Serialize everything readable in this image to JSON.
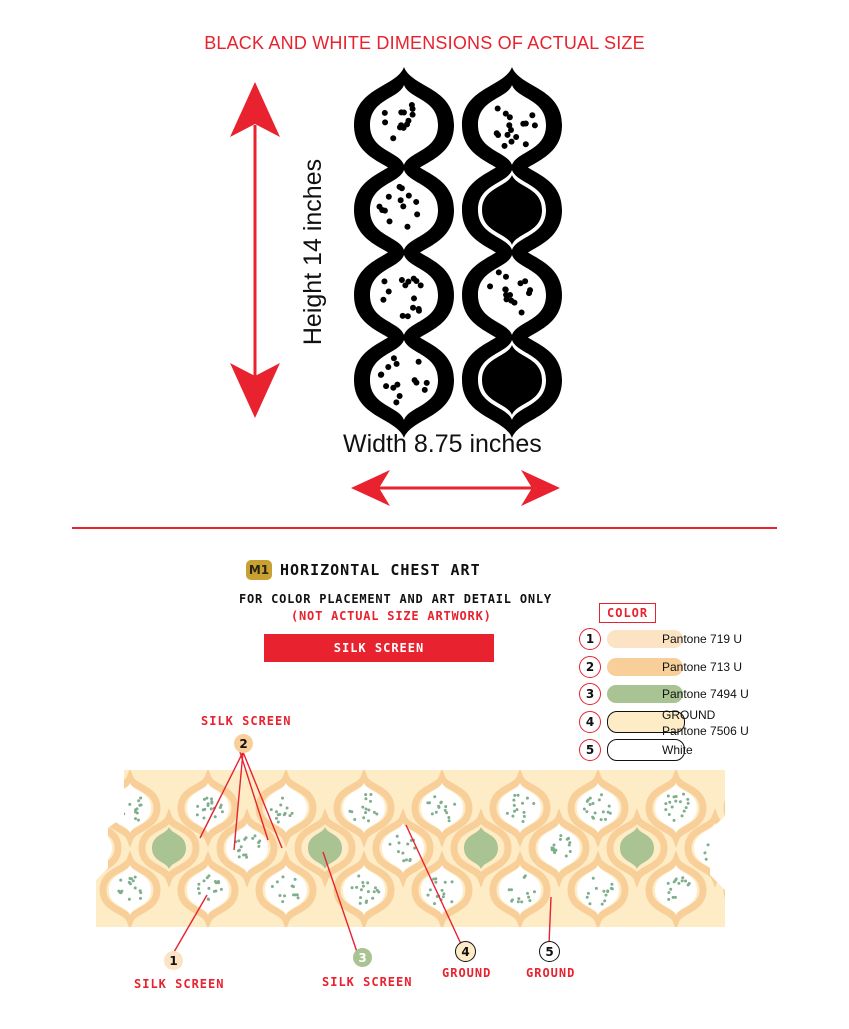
{
  "header": {
    "dimensions_title": "BLACK AND WHITE DIMENSIONS OF ACTUAL SIZE",
    "height_label": "Height 14 inches",
    "width_label": "Width 8.75 inches"
  },
  "art": {
    "badge": "M1",
    "title": "HORIZONTAL CHEST ART",
    "placement_note": "FOR COLOR PLACEMENT AND ART DETAIL ONLY",
    "not_actual": "(NOT ACTUAL SIZE ARTWORK)",
    "method_bar": "SILK SCREEN"
  },
  "legend": {
    "header": "COLOR",
    "items": [
      {
        "num": "1",
        "line1": "Pantone 719  U",
        "line2": "",
        "color": "#fbe3c4"
      },
      {
        "num": "2",
        "line1": "Pantone 713 U",
        "line2": "",
        "color": "#f8cf98"
      },
      {
        "num": "3",
        "line1": "Pantone 7494 U",
        "line2": "",
        "color": "#a9c393"
      },
      {
        "num": "4",
        "line1": "GROUND",
        "line2": "Pantone 7506 U",
        "color": "#fdecc6"
      },
      {
        "num": "5",
        "line1": "White",
        "line2": "",
        "color": "#ffffff"
      }
    ]
  },
  "callouts": {
    "c2_label": "SILK SCREEN",
    "c2_num": "2",
    "c1_num": "1",
    "c1_label": "SILK SCREEN",
    "c3_num": "3",
    "c3_label": "SILK SCREEN",
    "c4_num": "4",
    "c4_label": "GROUND",
    "c5_num": "5",
    "c5_label": "GROUND"
  },
  "colors": {
    "accent_red": "#e8222e",
    "ink": "#000000",
    "ground": "#fdecc6",
    "outline": "#f8cf98",
    "green": "#a9c393",
    "dot": "#7fae8c",
    "badge": "#c9a032"
  }
}
